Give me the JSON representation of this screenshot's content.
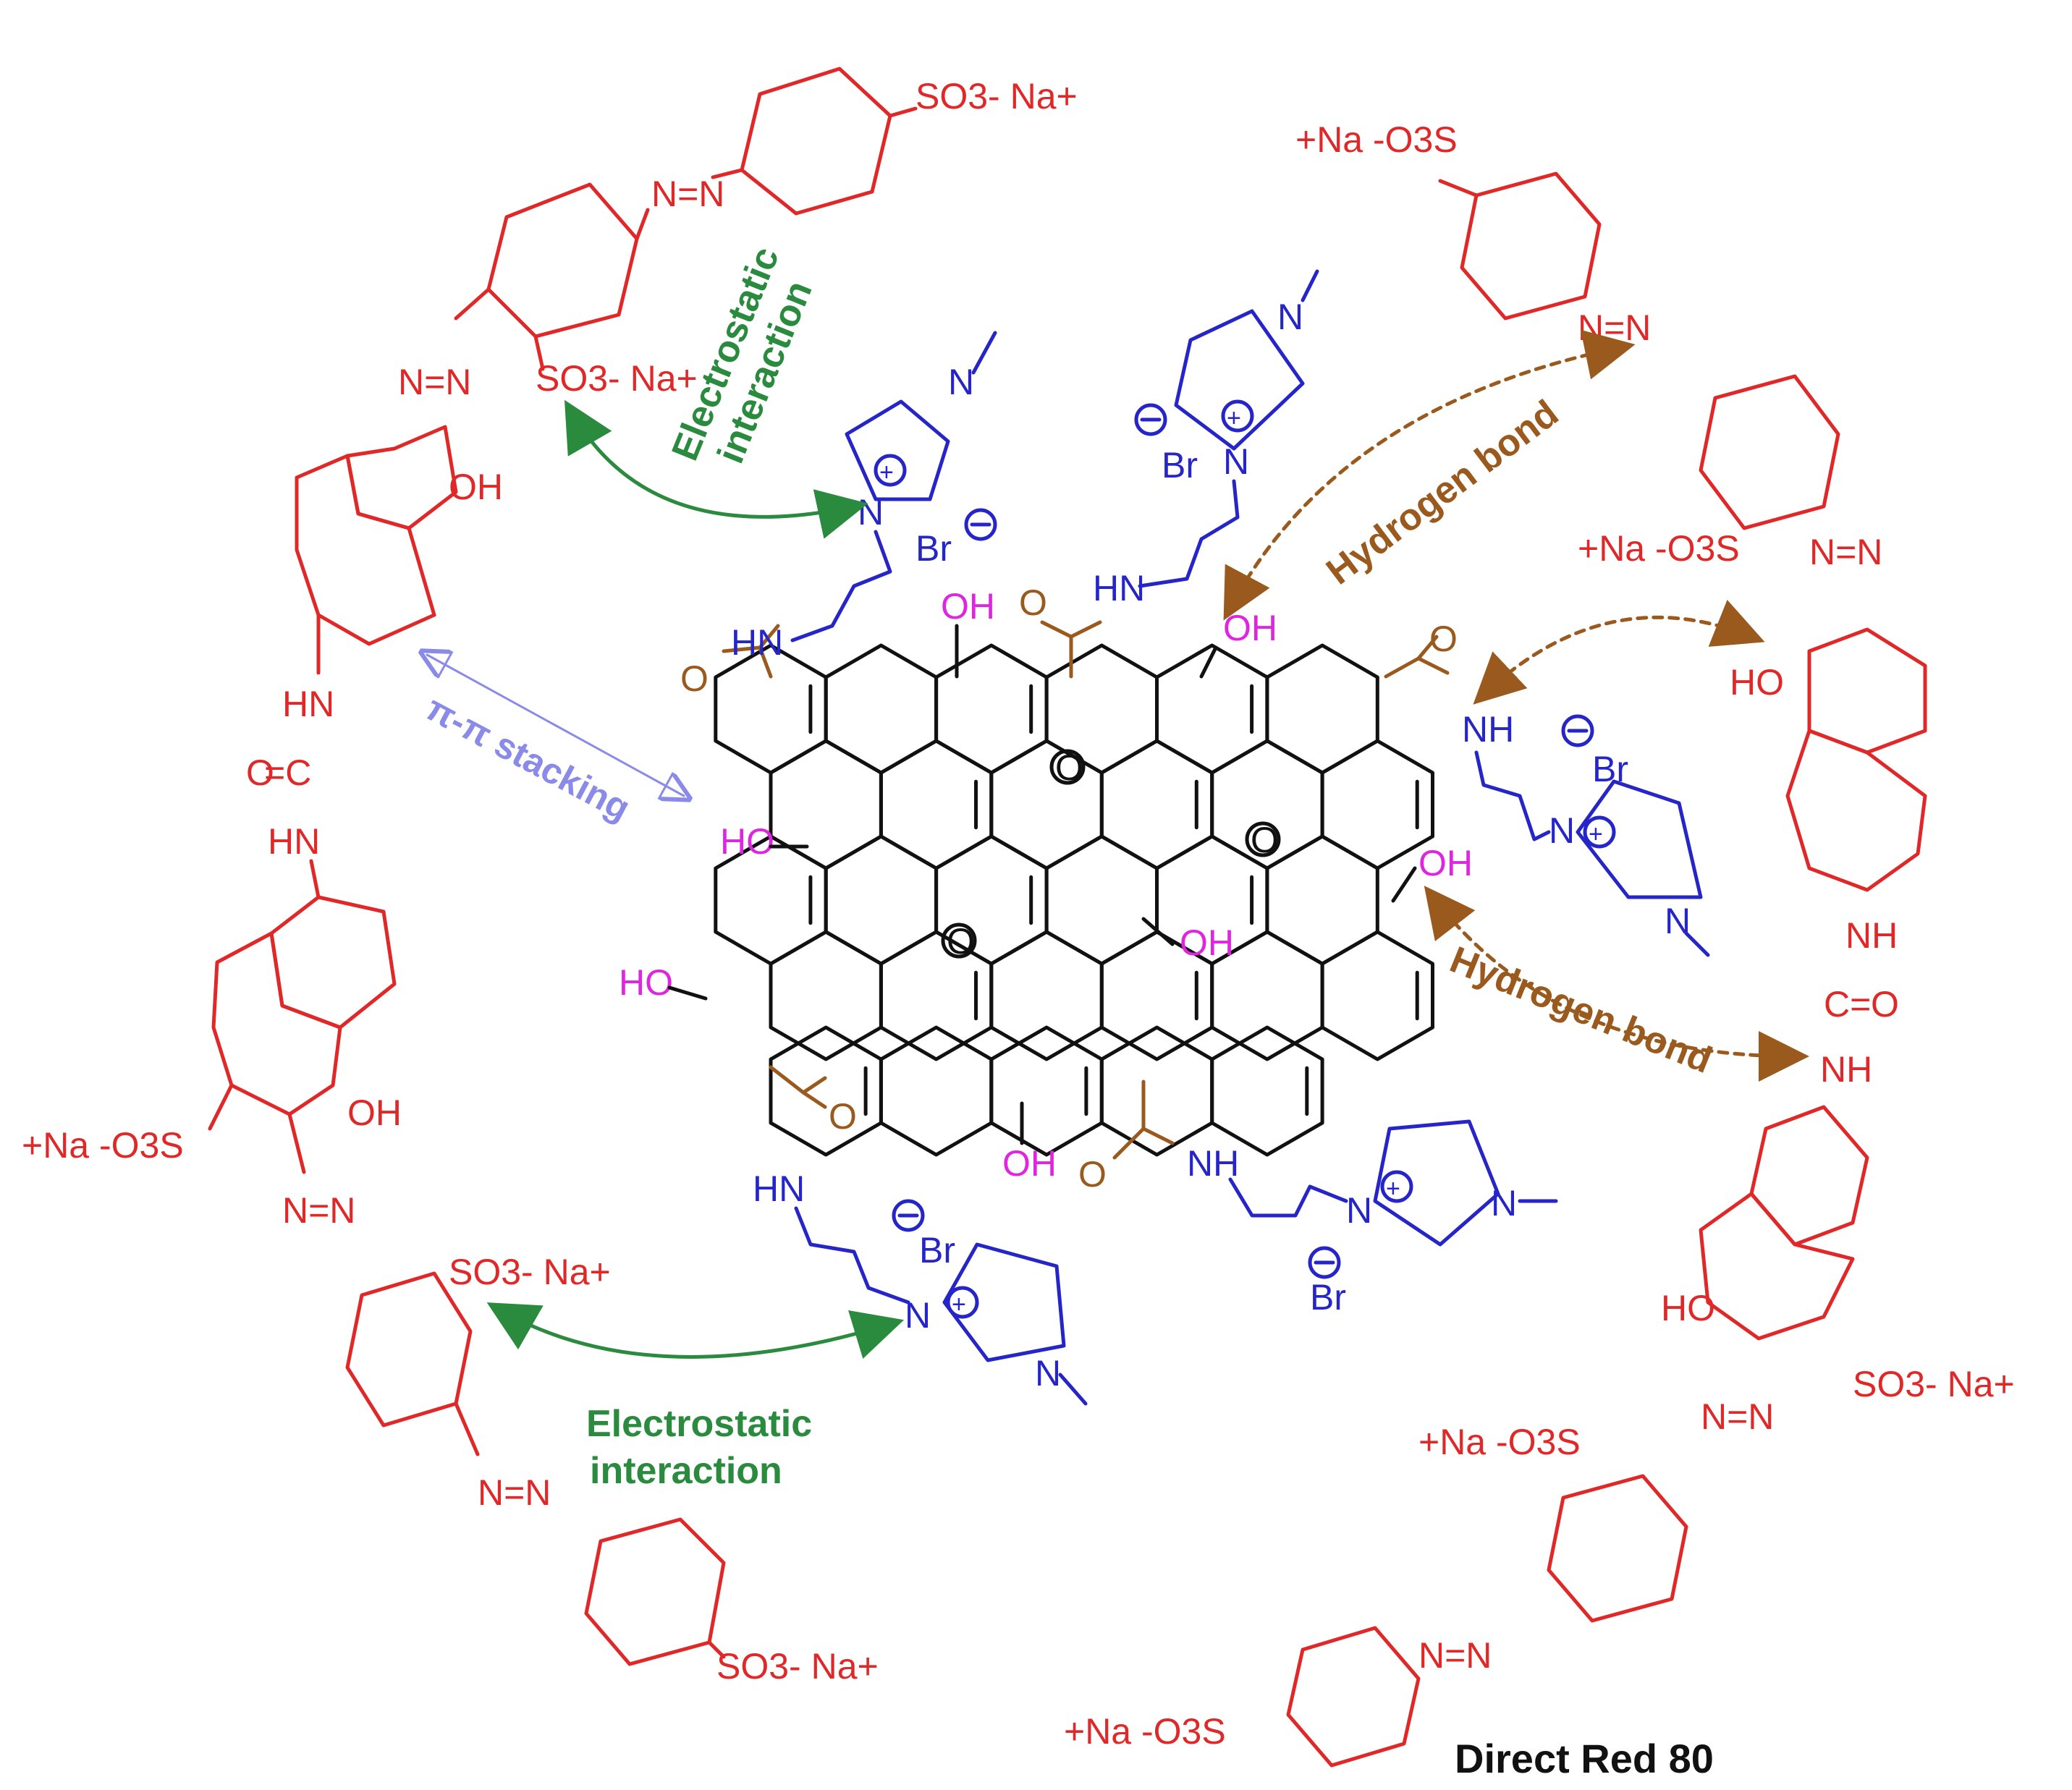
{
  "caption": "Direct Red 80",
  "interactions": {
    "electrostatic_1": "Electrostatic",
    "electrostatic_2": "interaction",
    "hbond": "Hydrogen bond",
    "pi_stacking": "π-π stacking"
  },
  "labels": {
    "so3na": "SO3- Na+",
    "na_o3s": "+Na -O3S",
    "oh": "OH",
    "ho": "HO",
    "hn": "HN",
    "nh": "NH",
    "o": "O",
    "n": "N",
    "br": "Br",
    "azo": "N=N"
  },
  "colors": {
    "dye": "#e02828",
    "ionic_liquid": "#2626c8",
    "graphene_oxide": "#111111",
    "hydroxyl": "#e025e0",
    "amide": "#9a5a1e",
    "electrostatic": "#2a8a3e",
    "hydrogen_bond": "#9a5a1e",
    "pi_stacking": "#8a8ae8"
  }
}
